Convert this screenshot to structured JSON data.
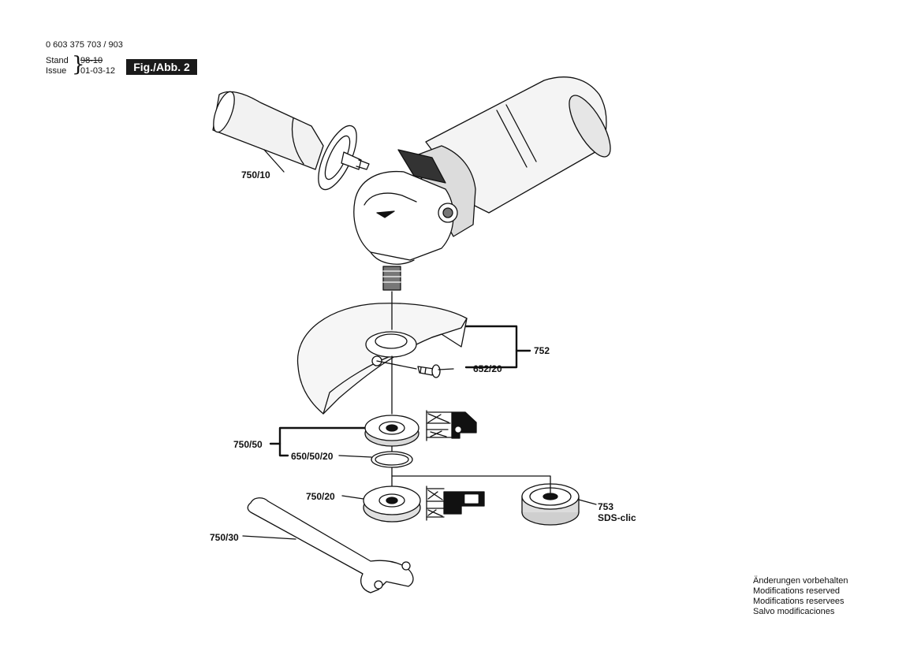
{
  "header": {
    "doc_number": "0 603 375 703 / 903",
    "stand_label": "Stand",
    "stand_value": "98-10",
    "issue_label": "Issue",
    "issue_value": "01-03-12",
    "figure": "Fig./Abb. 2"
  },
  "parts": {
    "handle": "750/10",
    "guard": "752",
    "screw": "652/20",
    "flange_nut": "750/50",
    "o_ring": "650/50/20",
    "backing_flange": "750/20",
    "spanner": "750/30",
    "quick_nut": "753",
    "quick_nut_name": "SDS-clic"
  },
  "notice": {
    "de": "Änderungen vorbehalten",
    "en": "Modifications reserved",
    "fr": "Modifications reservees",
    "es": "Salvo modificaciones"
  }
}
